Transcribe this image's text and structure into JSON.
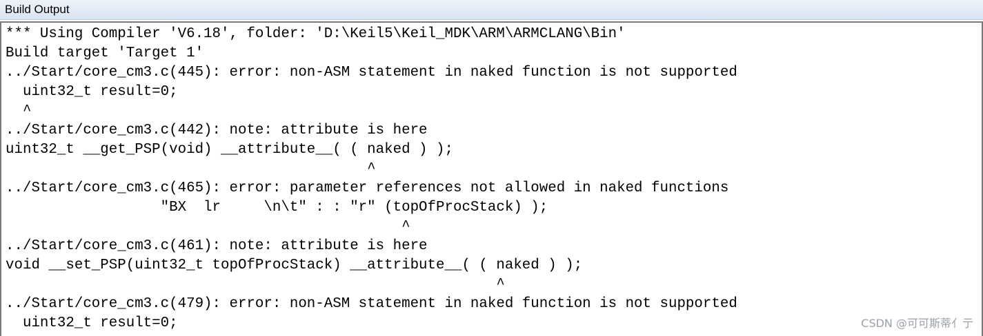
{
  "window": {
    "title": "Build Output"
  },
  "output": {
    "lines": [
      "*** Using Compiler 'V6.18', folder: 'D:\\Keil5\\Keil_MDK\\ARM\\ARMCLANG\\Bin'",
      "Build target 'Target 1'",
      "../Start/core_cm3.c(445): error: non-ASM statement in naked function is not supported",
      "  uint32_t result=0;",
      "  ^",
      "../Start/core_cm3.c(442): note: attribute is here",
      "uint32_t __get_PSP(void) __attribute__( ( naked ) );",
      "                                          ^",
      "../Start/core_cm3.c(465): error: parameter references not allowed in naked functions",
      "                  \"BX  lr     \\n\\t\" : : \"r\" (topOfProcStack) );",
      "                                              ^",
      "../Start/core_cm3.c(461): note: attribute is here",
      "void __set_PSP(uint32_t topOfProcStack) __attribute__( ( naked ) );",
      "                                                         ^",
      "../Start/core_cm3.c(479): error: non-ASM statement in naked function is not supported",
      "  uint32_t result=0;",
      "  ^"
    ]
  },
  "watermark": {
    "text": "CSDN @可可斯蒂亻亍"
  }
}
